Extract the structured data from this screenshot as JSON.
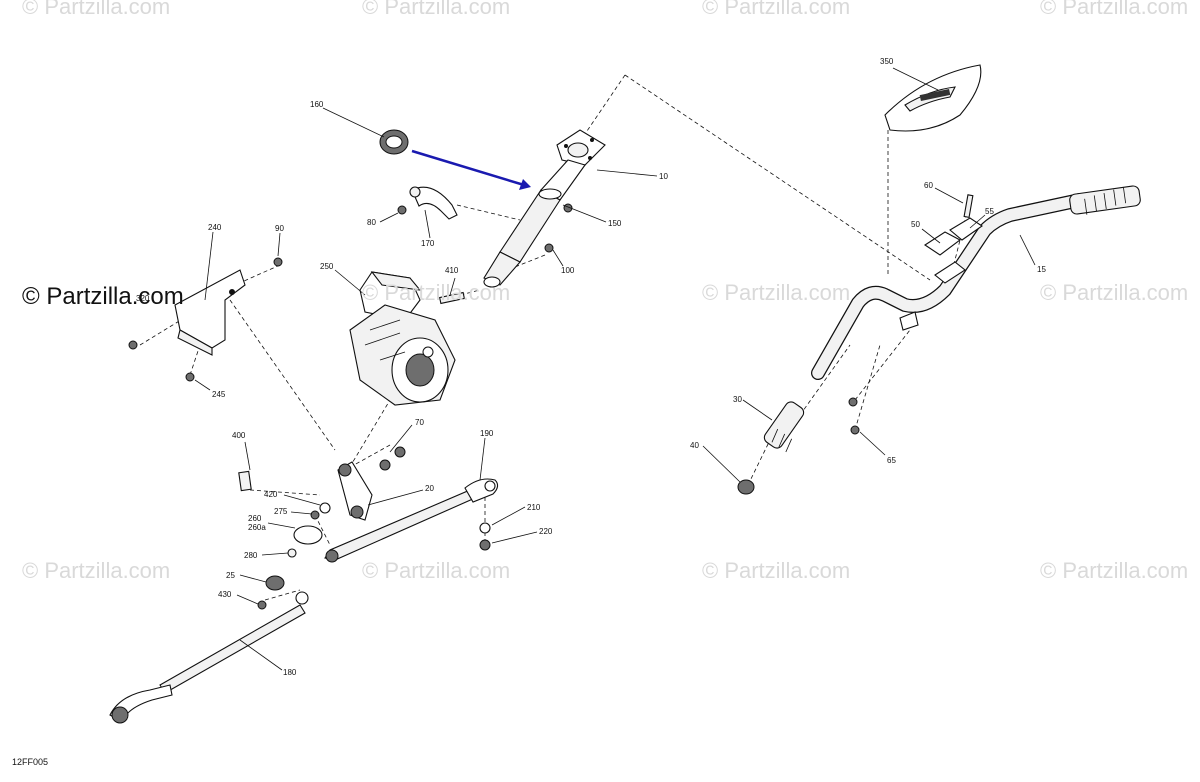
{
  "watermark": "© Partzilla.com",
  "watermark_main": "© Partzilla.com",
  "diagram_code": "12FF005",
  "callouts": [
    "10",
    "15",
    "20",
    "25",
    "30",
    "40",
    "50",
    "55",
    "60",
    "65",
    "70",
    "80",
    "90",
    "100",
    "150",
    "160",
    "170",
    "180",
    "190",
    "210",
    "220",
    "240",
    "245",
    "250",
    "260",
    "260a",
    "275",
    "280",
    "320",
    "350",
    "400",
    "410",
    "420",
    "430"
  ],
  "highlight_color": "#1a1ab0"
}
